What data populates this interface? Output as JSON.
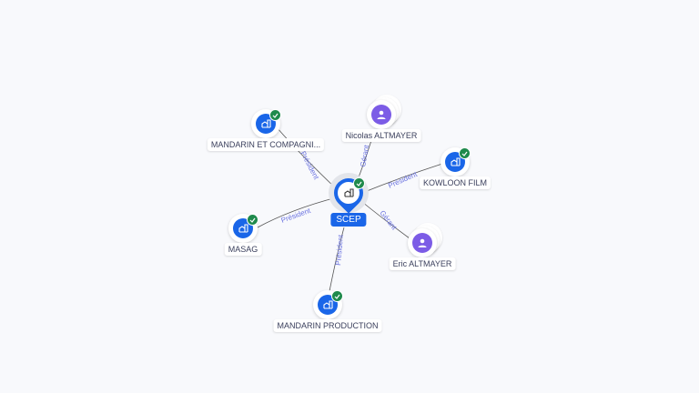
{
  "center": {
    "name": "SCEP",
    "type": "company",
    "verified": true
  },
  "nodes": [
    {
      "name": "MANDARIN ET COMPAGNI...",
      "type": "company",
      "verified": true,
      "relation": "Président"
    },
    {
      "name": "Nicolas ALTMAYER",
      "type": "person",
      "verified": false,
      "relation": "Gérant"
    },
    {
      "name": "KOWLOON FILM",
      "type": "company",
      "verified": true,
      "relation": "Président"
    },
    {
      "name": "MASAG",
      "type": "company",
      "verified": true,
      "relation": "Président"
    },
    {
      "name": "Eric ALTMAYER",
      "type": "person",
      "verified": false,
      "relation": "Gérant"
    },
    {
      "name": "MANDARIN PRODUCTION",
      "type": "company",
      "verified": true,
      "relation": "Président"
    }
  ],
  "colors": {
    "company": "#1a66e8",
    "person": "#7c5ce6",
    "verified": "#1f8a4c",
    "edge_label": "#6b73e0"
  }
}
